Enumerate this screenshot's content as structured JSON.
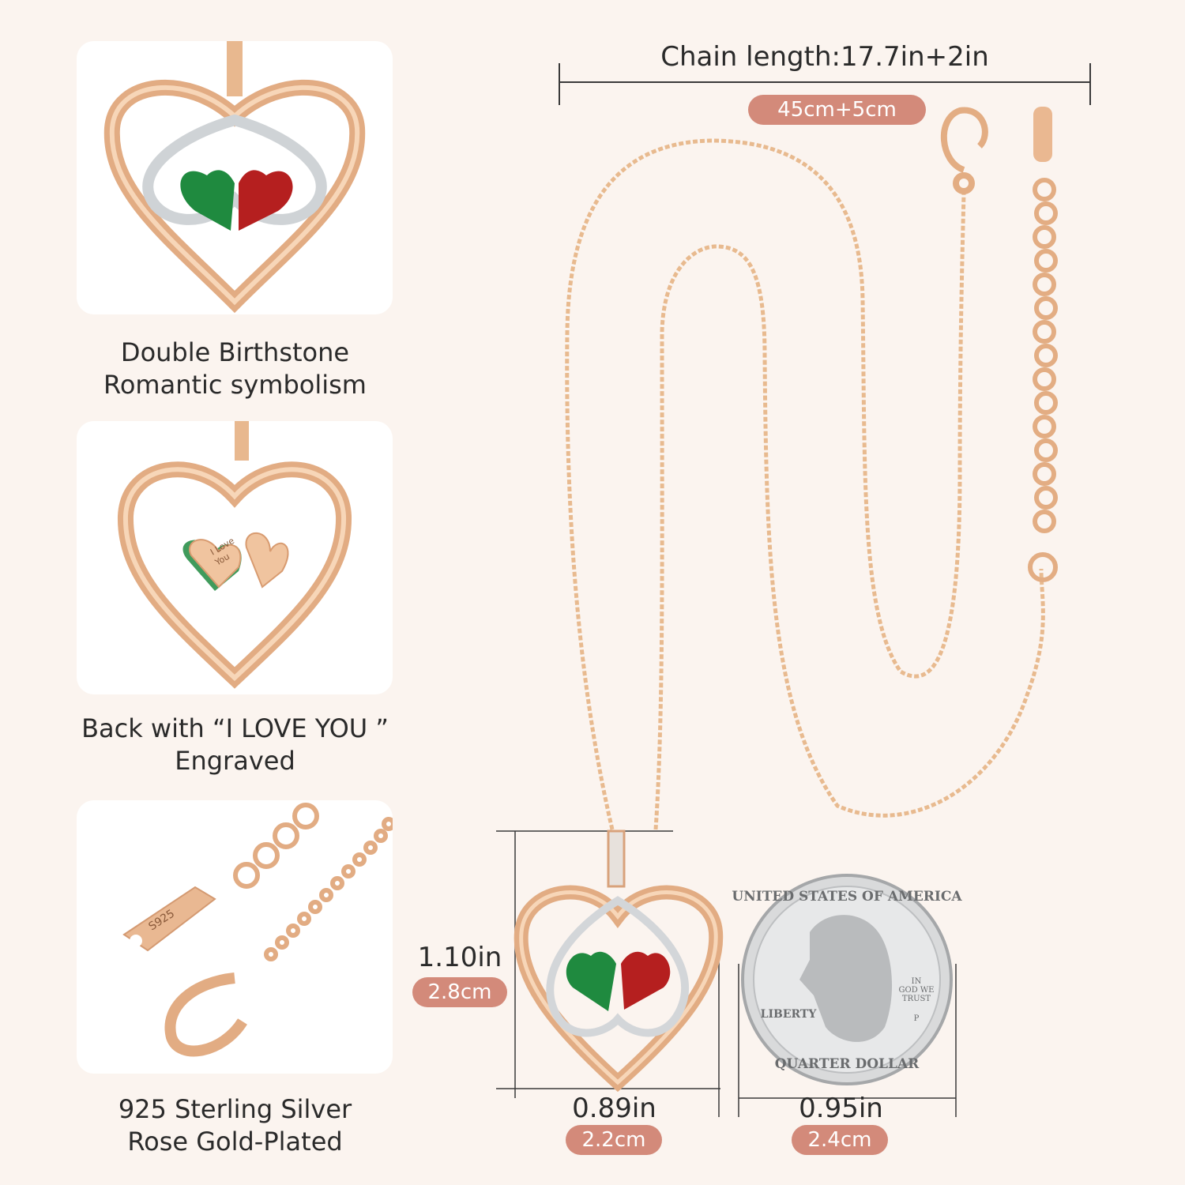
{
  "colors": {
    "background": "#fbf4ef",
    "accent_pill": "#d38a7a",
    "rose_gold": "#e7b58c",
    "emerald": "#1f8a3f",
    "garnet": "#b51f1f"
  },
  "features": [
    {
      "line1": "Double Birthstone",
      "line2": "Romantic symbolism",
      "image": "front-pendant-image"
    },
    {
      "line1": "Back with “I LOVE YOU ”",
      "line2": "Engraved",
      "image": "engraved-back-image"
    },
    {
      "line1": "925 Sterling Silver",
      "line2": "Rose Gold-Plated",
      "image": "clasp-chain-image"
    }
  ],
  "engraving": {
    "line1": "I Love",
    "line2": "You"
  },
  "stamp": "S925",
  "chain": {
    "label": "Chain length:17.7in+2in",
    "metric": "45cm+5cm"
  },
  "pendant_height": {
    "imperial": "1.10in",
    "metric": "2.8cm"
  },
  "pendant_width": {
    "imperial": "0.89in",
    "metric": "2.2cm"
  },
  "coin_width": {
    "imperial": "0.95in",
    "metric": "2.4cm"
  },
  "coin": {
    "top_text": "UNITED STATES OF AMERICA",
    "bottom_text": "QUARTER DOLLAR",
    "left_text": "LIBERTY",
    "motto_1": "IN",
    "motto_2": "GOD WE",
    "motto_3": "TRUST",
    "mint": "P"
  }
}
